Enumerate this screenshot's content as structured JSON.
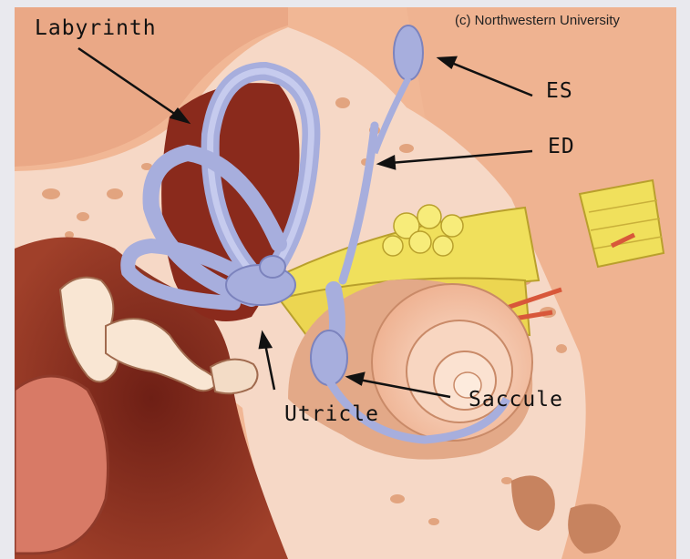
{
  "figure": {
    "credit": "(c) Northwestern University",
    "labels": {
      "labyrinth": "Labyrinth",
      "es": "ES",
      "ed": "ED",
      "utricle": "Utricle",
      "saccule": "Saccule"
    }
  },
  "colors": {
    "background": "#e9e9ee",
    "tissue": "#f1b795",
    "bone": "#f6d8c6",
    "labyrinth": "#a7aedd",
    "nerve": "#f0e05c",
    "cochlea": "#f6c7ad",
    "cavity": "#8a2a1c"
  }
}
